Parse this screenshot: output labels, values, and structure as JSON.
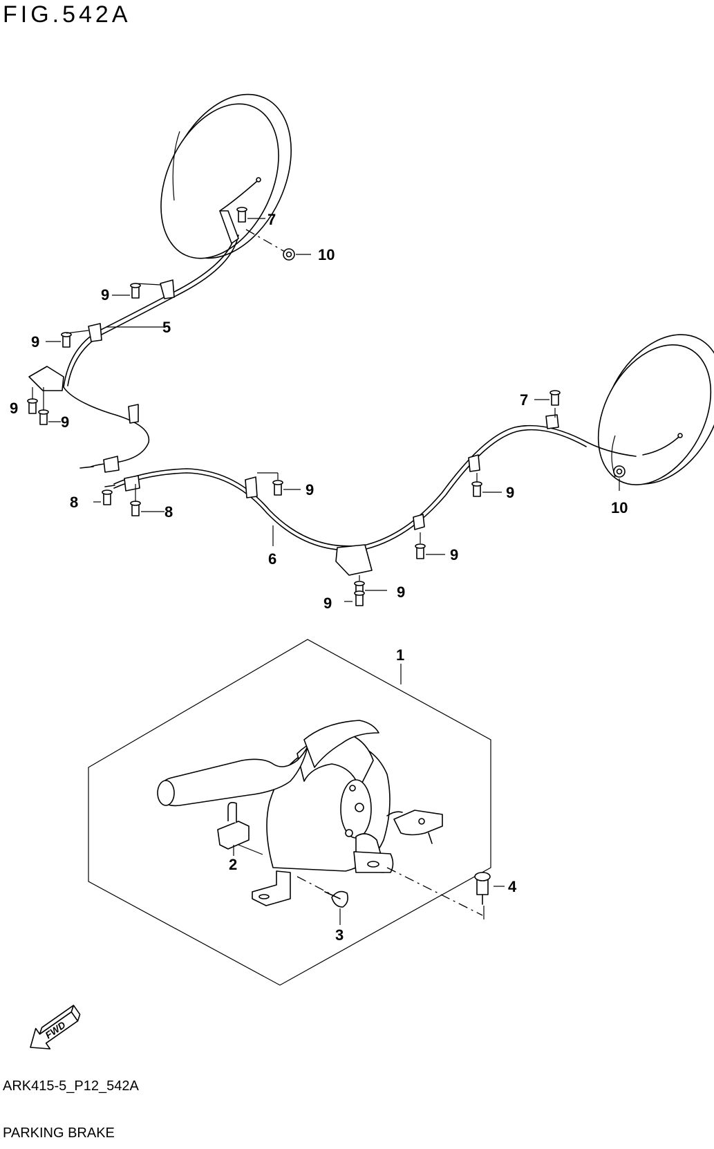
{
  "figure": {
    "title": "FIG.542A"
  },
  "footer": {
    "code": "ARK415-5_P12_542A",
    "name": "PARKING BRAKE"
  },
  "fwd_label": "FWD",
  "callouts": {
    "c7a": "7",
    "c10a": "10",
    "c9a": "9",
    "c5": "5",
    "c9b": "9",
    "c9c": "9",
    "c9d": "9",
    "c8a": "8",
    "c8b": "8",
    "c9e": "9",
    "c6": "6",
    "c9f": "9",
    "c9g": "9",
    "c9h": "9",
    "c7b": "7",
    "c9i": "9",
    "c10b": "10",
    "c1": "1",
    "c2": "2",
    "c3": "3",
    "c4": "4"
  }
}
